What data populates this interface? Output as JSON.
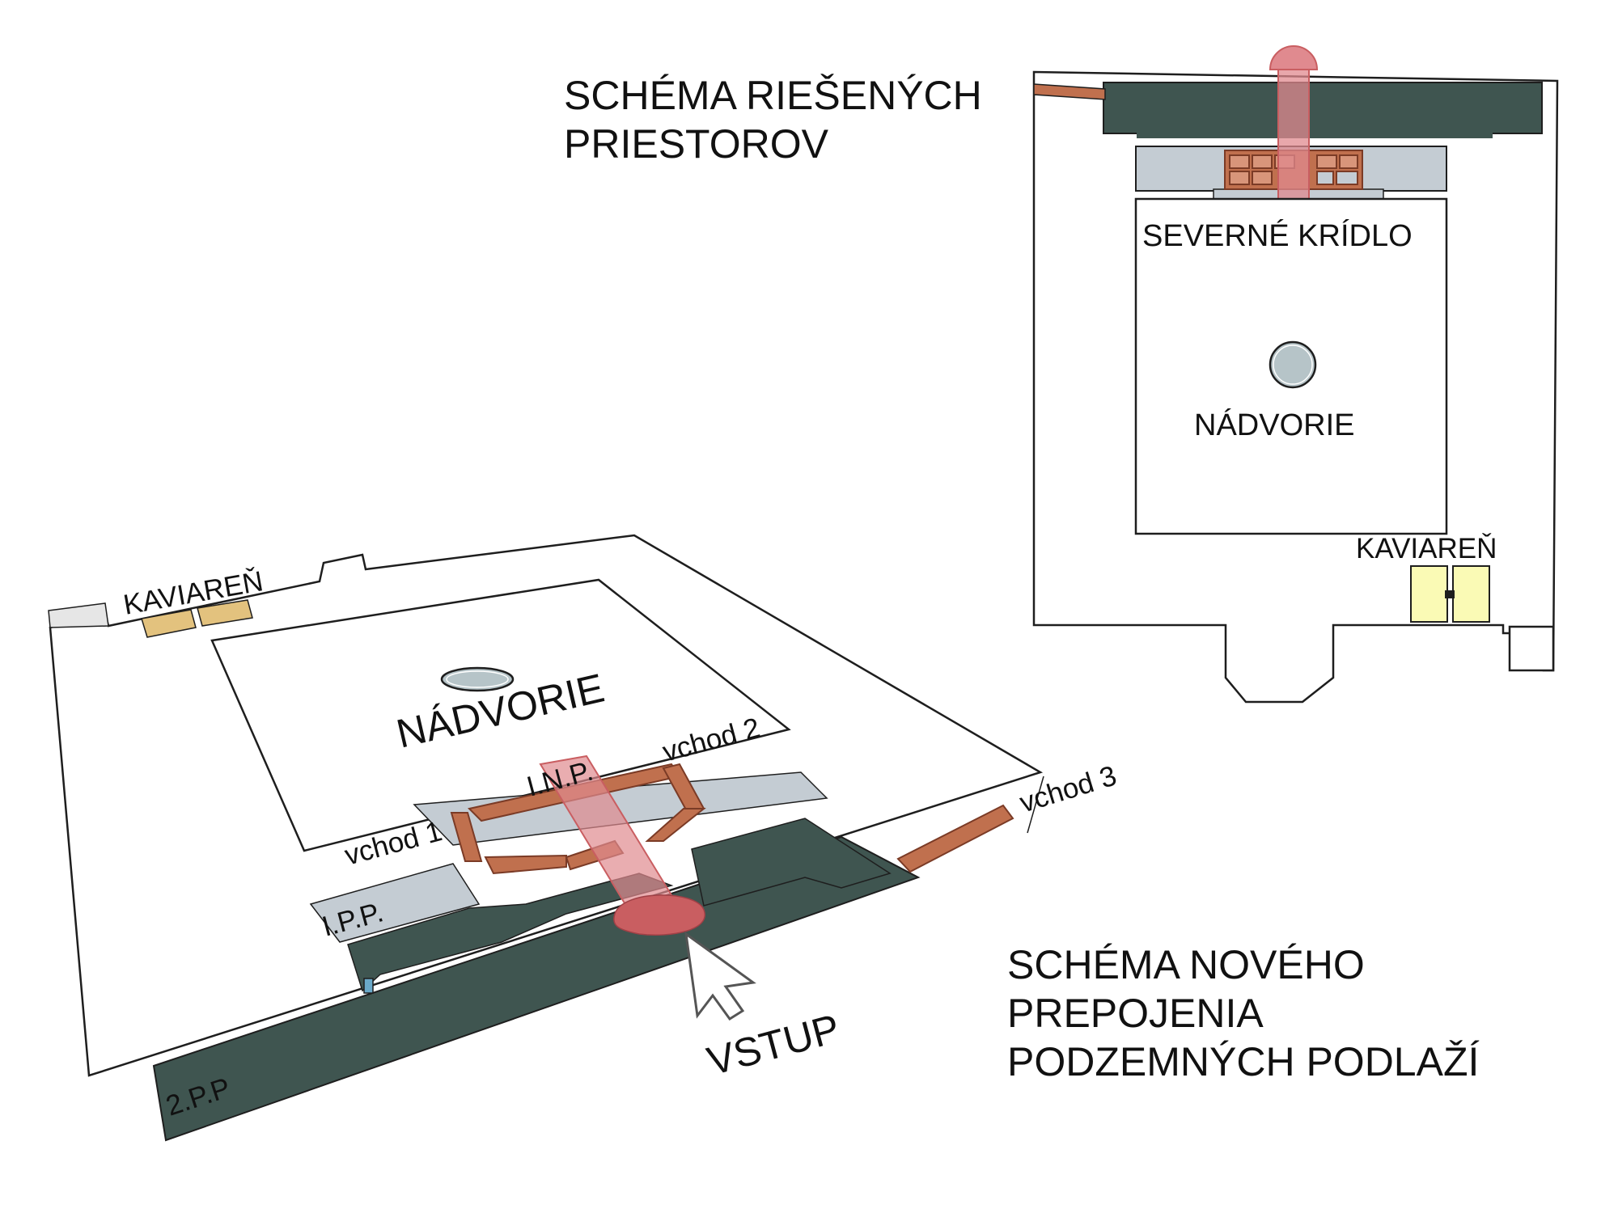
{
  "colors": {
    "dark_floor": "#3f5550",
    "light_floor": "#c4ccd3",
    "connector": "#c0704e",
    "connector_dark": "#7b3b26",
    "entrance": "#c95e61",
    "entrance_translucent": "#e08a8f",
    "cafe_plan": "#fafab5",
    "cafe_3d": "#e3c27e",
    "fountain": "#b6c4c8",
    "outline": "#1e1e1e"
  },
  "plan": {
    "title_lines": [
      "SCHÉMA RIEŠENÝCH",
      "PRIESTOROV"
    ],
    "north_wing": "SEVERNÉ KRÍDLO",
    "courtyard": "NÁDVORIE",
    "cafe": "KAVIAREŇ"
  },
  "axon": {
    "courtyard": "NÁDVORIE",
    "cafe": "KAVIAREŇ",
    "entrance_1": "vchod 1",
    "entrance_2": "vchod 2",
    "entrance_3": "vchod 3",
    "floor_1np": "I.N.P.",
    "floor_1pp": "I.P.P.",
    "floor_2pp": "2.P.P",
    "entry": "VSTUP",
    "entry_icon": "pointer-arrow-icon"
  },
  "caption_lines": [
    "SCHÉMA NOVÉHO",
    "PREPOJENIA",
    "PODZEMNÝCH PODLAŽÍ"
  ]
}
